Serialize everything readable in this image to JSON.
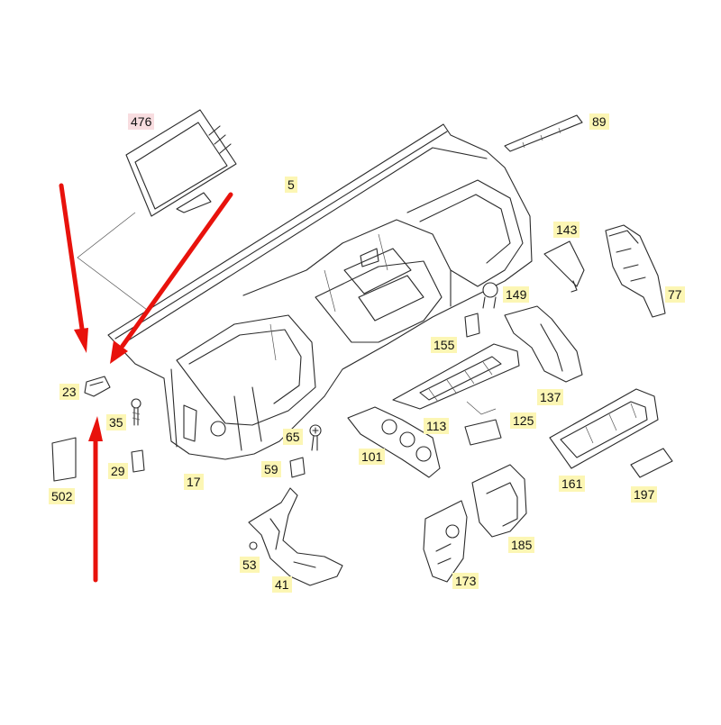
{
  "parts": [
    {
      "id": "p476",
      "label": "476",
      "style": "pink"
    },
    {
      "id": "p89",
      "label": "89",
      "style": "yellow"
    },
    {
      "id": "p5",
      "label": "5",
      "style": "yellow"
    },
    {
      "id": "p143",
      "label": "143",
      "style": "yellow"
    },
    {
      "id": "p77",
      "label": "77",
      "style": "yellow"
    },
    {
      "id": "p149",
      "label": "149",
      "style": "yellow"
    },
    {
      "id": "p155",
      "label": "155",
      "style": "yellow"
    },
    {
      "id": "p137",
      "label": "137",
      "style": "yellow"
    },
    {
      "id": "p23",
      "label": "23",
      "style": "yellow"
    },
    {
      "id": "p35",
      "label": "35",
      "style": "yellow"
    },
    {
      "id": "p113",
      "label": "113",
      "style": "yellow"
    },
    {
      "id": "p125",
      "label": "125",
      "style": "yellow"
    },
    {
      "id": "p65",
      "label": "65",
      "style": "yellow"
    },
    {
      "id": "p101",
      "label": "101",
      "style": "yellow"
    },
    {
      "id": "p29",
      "label": "29",
      "style": "yellow"
    },
    {
      "id": "p59",
      "label": "59",
      "style": "yellow"
    },
    {
      "id": "p17",
      "label": "17",
      "style": "yellow"
    },
    {
      "id": "p161",
      "label": "161",
      "style": "yellow"
    },
    {
      "id": "p197",
      "label": "197",
      "style": "yellow"
    },
    {
      "id": "p502",
      "label": "502",
      "style": "yellow"
    },
    {
      "id": "p185",
      "label": "185",
      "style": "yellow"
    },
    {
      "id": "p53",
      "label": "53",
      "style": "yellow"
    },
    {
      "id": "p41",
      "label": "41",
      "style": "yellow"
    },
    {
      "id": "p173",
      "label": "173",
      "style": "yellow"
    }
  ],
  "colors": {
    "arrow": "#e8120c",
    "label_yellow": "#fcf6b4",
    "label_pink": "#f8dde0",
    "line": "#2b2b2b"
  }
}
